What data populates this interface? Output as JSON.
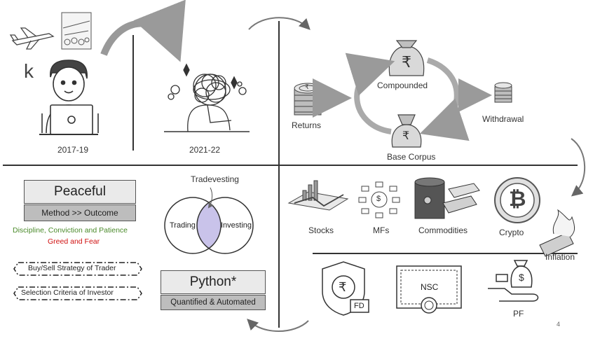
{
  "slide": {
    "page_number": "4"
  },
  "timeline": {
    "year_left": "2017-19",
    "year_right": "2021-22",
    "letter": "k"
  },
  "cycle": {
    "returns": "Returns",
    "compounded": "Compounded",
    "base_corpus": "Base Corpus",
    "withdrawal": "Withdrawal",
    "rupee": "₹"
  },
  "mindset": {
    "title": "Peaceful",
    "subtitle": "Method >> Outcome",
    "virtues": "Discipline, Conviction and Patience",
    "vices": "Greed and Fear",
    "strategy_trader": "Buy/Sell Strategy of Trader",
    "criteria_investor": "Selection Criteria of Investor",
    "virtues_color": "#4a8a2a",
    "vices_color": "#d01010"
  },
  "venn": {
    "label_top": "Tradevesting",
    "left": "Trading",
    "right": "Investing",
    "overlap_color": "#c9c3ea"
  },
  "python": {
    "title": "Python*",
    "subtitle": "Quantified & Automated"
  },
  "assets": {
    "stocks": "Stocks",
    "mfs": "MFs",
    "commodities": "Commodities",
    "crypto": "Crypto",
    "inflation": "Inflation",
    "crypto_symbol": "₿",
    "mf_symbol": "$"
  },
  "fixed": {
    "fd": "FD",
    "nsc": "NSC",
    "pf": "PF",
    "rupee": "₹",
    "pf_symbol": "$"
  }
}
